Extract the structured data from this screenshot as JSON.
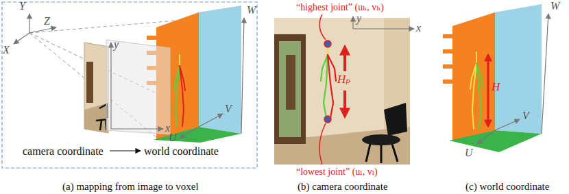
{
  "diagram": {
    "labels": [
      "Y",
      "Z",
      "X",
      "y",
      "x",
      "W",
      "V",
      "U",
      "camera coordinate",
      "world coordinate",
      "“highest joint” (uₕ, vₕ)",
      "y",
      "x",
      "Hₚ",
      "“lowest joint” (uₗ, vₗ)",
      "W",
      "V",
      "U",
      "H",
      "(a) mapping from image to voxel",
      "(b) camera coordinate",
      "(c) world coordinate"
    ]
  }
}
